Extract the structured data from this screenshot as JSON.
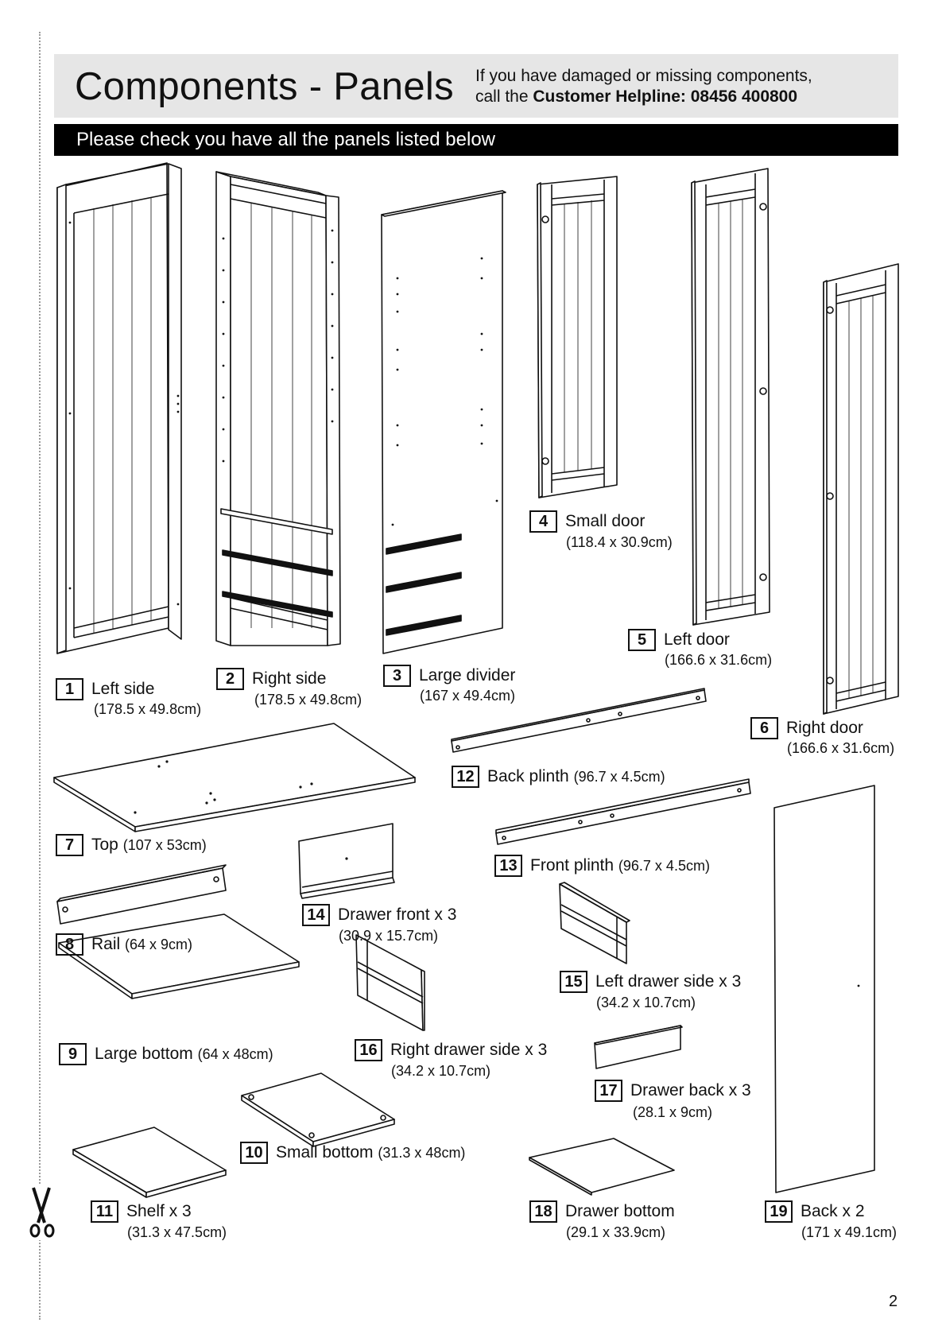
{
  "header": {
    "title": "Components - Panels",
    "helpline_line1": "If you have damaged or missing components,",
    "helpline_line2_prefix": "call the ",
    "helpline_line2_bold": "Customer Helpline: 08456 400800"
  },
  "banner": {
    "text": "Please check you have all the panels listed below"
  },
  "parts": {
    "p1": {
      "num": "1",
      "name": "Left side",
      "dims": "(178.5 x 49.8cm)"
    },
    "p2": {
      "num": "2",
      "name": "Right side",
      "dims": "(178.5 x 49.8cm)"
    },
    "p3": {
      "num": "3",
      "name": "Large divider",
      "dims": "(167 x 49.4cm)"
    },
    "p4": {
      "num": "4",
      "name": "Small door",
      "dims": "(118.4 x 30.9cm)"
    },
    "p5": {
      "num": "5",
      "name": "Left door",
      "dims": "(166.6 x 31.6cm)"
    },
    "p6": {
      "num": "6",
      "name": "Right door",
      "dims": "(166.6 x 31.6cm)"
    },
    "p7": {
      "num": "7",
      "name": "Top",
      "dims": "(107 x 53cm)"
    },
    "p8": {
      "num": "8",
      "name": "Rail",
      "dims": "(64 x 9cm)"
    },
    "p9": {
      "num": "9",
      "name": "Large bottom",
      "dims": "(64 x 48cm)"
    },
    "p10": {
      "num": "10",
      "name": "Small bottom",
      "dims": "(31.3 x 48cm)"
    },
    "p11": {
      "num": "11",
      "name": "Shelf x 3",
      "dims": "(31.3 x 47.5cm)"
    },
    "p12": {
      "num": "12",
      "name": "Back plinth",
      "dims": "(96.7 x 4.5cm)"
    },
    "p13": {
      "num": "13",
      "name": "Front plinth",
      "dims": "(96.7 x 4.5cm)"
    },
    "p14": {
      "num": "14",
      "name": "Drawer front x 3",
      "dims": "(30.9 x 15.7cm)"
    },
    "p15": {
      "num": "15",
      "name": "Left drawer side x 3",
      "dims": "(34.2 x 10.7cm)"
    },
    "p16": {
      "num": "16",
      "name": "Right drawer side x 3",
      "dims": "(34.2 x 10.7cm)"
    },
    "p17": {
      "num": "17",
      "name": "Drawer back x 3",
      "dims": "(28.1 x 9cm)"
    },
    "p18": {
      "num": "18",
      "name": "Drawer bottom",
      "dims": "(29.1 x 33.9cm)"
    },
    "p19": {
      "num": "19",
      "name": "Back x 2",
      "dims": "(171 x 49.1cm)"
    }
  },
  "footer": {
    "page_number": "2"
  },
  "icons": {
    "cut_line": "scissors-icon"
  }
}
